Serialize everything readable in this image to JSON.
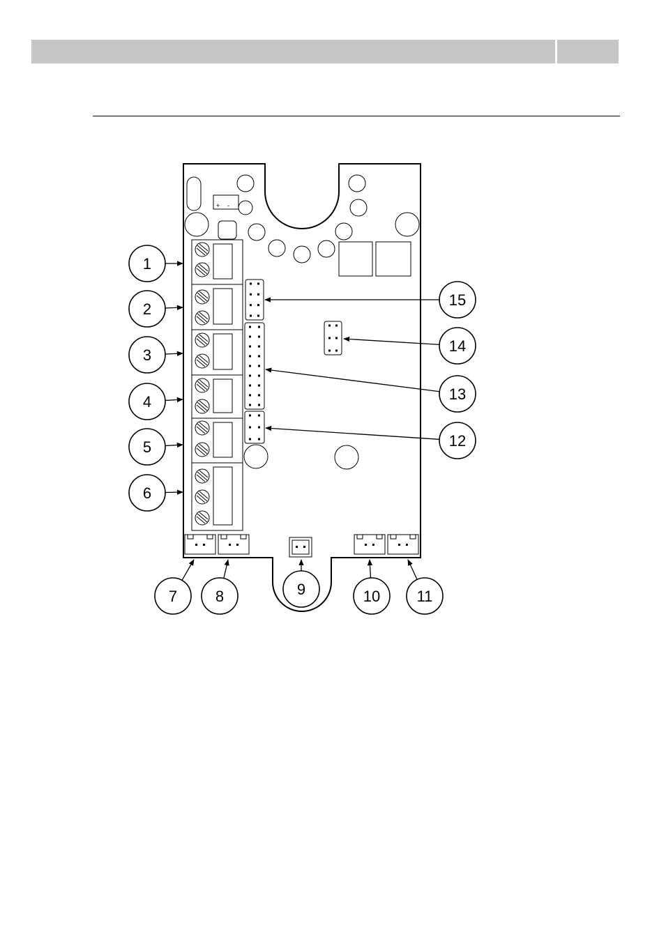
{
  "header": {
    "title": "",
    "page_number": ""
  },
  "diagram": {
    "plus_label": "+",
    "minus_label": "-",
    "callouts": [
      {
        "id": 1,
        "label": "1"
      },
      {
        "id": 2,
        "label": "2"
      },
      {
        "id": 3,
        "label": "3"
      },
      {
        "id": 4,
        "label": "4"
      },
      {
        "id": 5,
        "label": "5"
      },
      {
        "id": 6,
        "label": "6"
      },
      {
        "id": 7,
        "label": "7"
      },
      {
        "id": 8,
        "label": "8"
      },
      {
        "id": 9,
        "label": "9"
      },
      {
        "id": 10,
        "label": "10"
      },
      {
        "id": 11,
        "label": "11"
      },
      {
        "id": 12,
        "label": "12"
      },
      {
        "id": 13,
        "label": "13"
      },
      {
        "id": 14,
        "label": "14"
      },
      {
        "id": 15,
        "label": "15"
      }
    ]
  },
  "colors": {
    "ink": "#000000",
    "header_gray": "#c6c6c6",
    "paper": "#ffffff"
  }
}
